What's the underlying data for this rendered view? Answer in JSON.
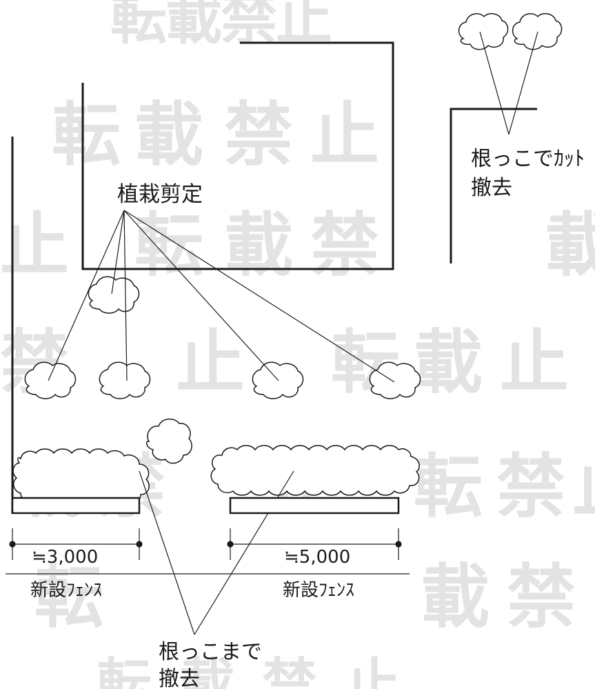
{
  "watermark": {
    "text_chars": [
      "転",
      "載",
      "禁",
      "止"
    ],
    "color": "#e3e3e3"
  },
  "labels": {
    "pruning": "植栽剪定",
    "cut_at_root": "根っこでｶｯﾄ",
    "removal_top": "撤去",
    "dig_to_root": "根っこまで",
    "removal_bottom": "撤去",
    "fence_left_dim": "≒3,000",
    "fence_left_name": "新設ﾌｪﾝｽ",
    "fence_right_dim": "≒5,000",
    "fence_right_name": "新設ﾌｪﾝｽ"
  },
  "colors": {
    "line": "#1a1a1a",
    "background": "#ffffff"
  }
}
